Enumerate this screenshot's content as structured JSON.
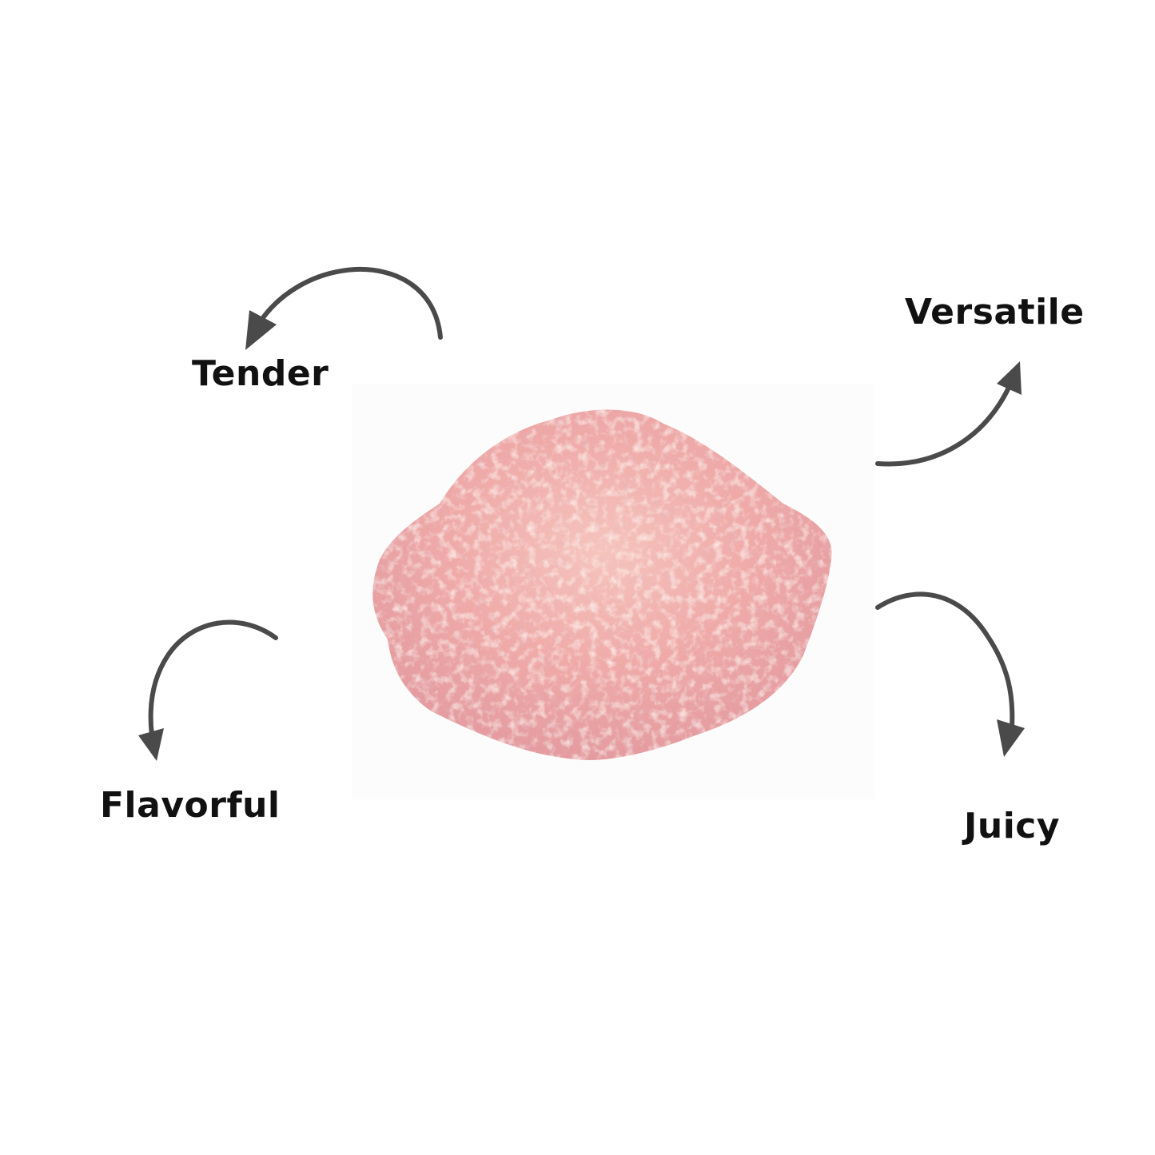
{
  "colors": {
    "background": "#ffffff",
    "photo_background": "#fcfcfc",
    "arrow": "#4a4a4a",
    "label_text": "#111111",
    "meat_base": "#efa6a6",
    "meat_light": "#f8cfc8",
    "meat_dark": "#d98c92"
  },
  "product_image": {
    "subject": "ground-meat-pile"
  },
  "labels": {
    "tender": "Tender",
    "versatile": "Versatile",
    "flavorful": "Flavorful",
    "juicy": "Juicy"
  },
  "arrows": [
    {
      "name": "arrow-to-tender",
      "direction": "curved-left-down"
    },
    {
      "name": "arrow-to-versatile",
      "direction": "curved-right-up"
    },
    {
      "name": "arrow-to-flavorful",
      "direction": "curved-left-down"
    },
    {
      "name": "arrow-to-juicy",
      "direction": "curved-right-down"
    }
  ]
}
